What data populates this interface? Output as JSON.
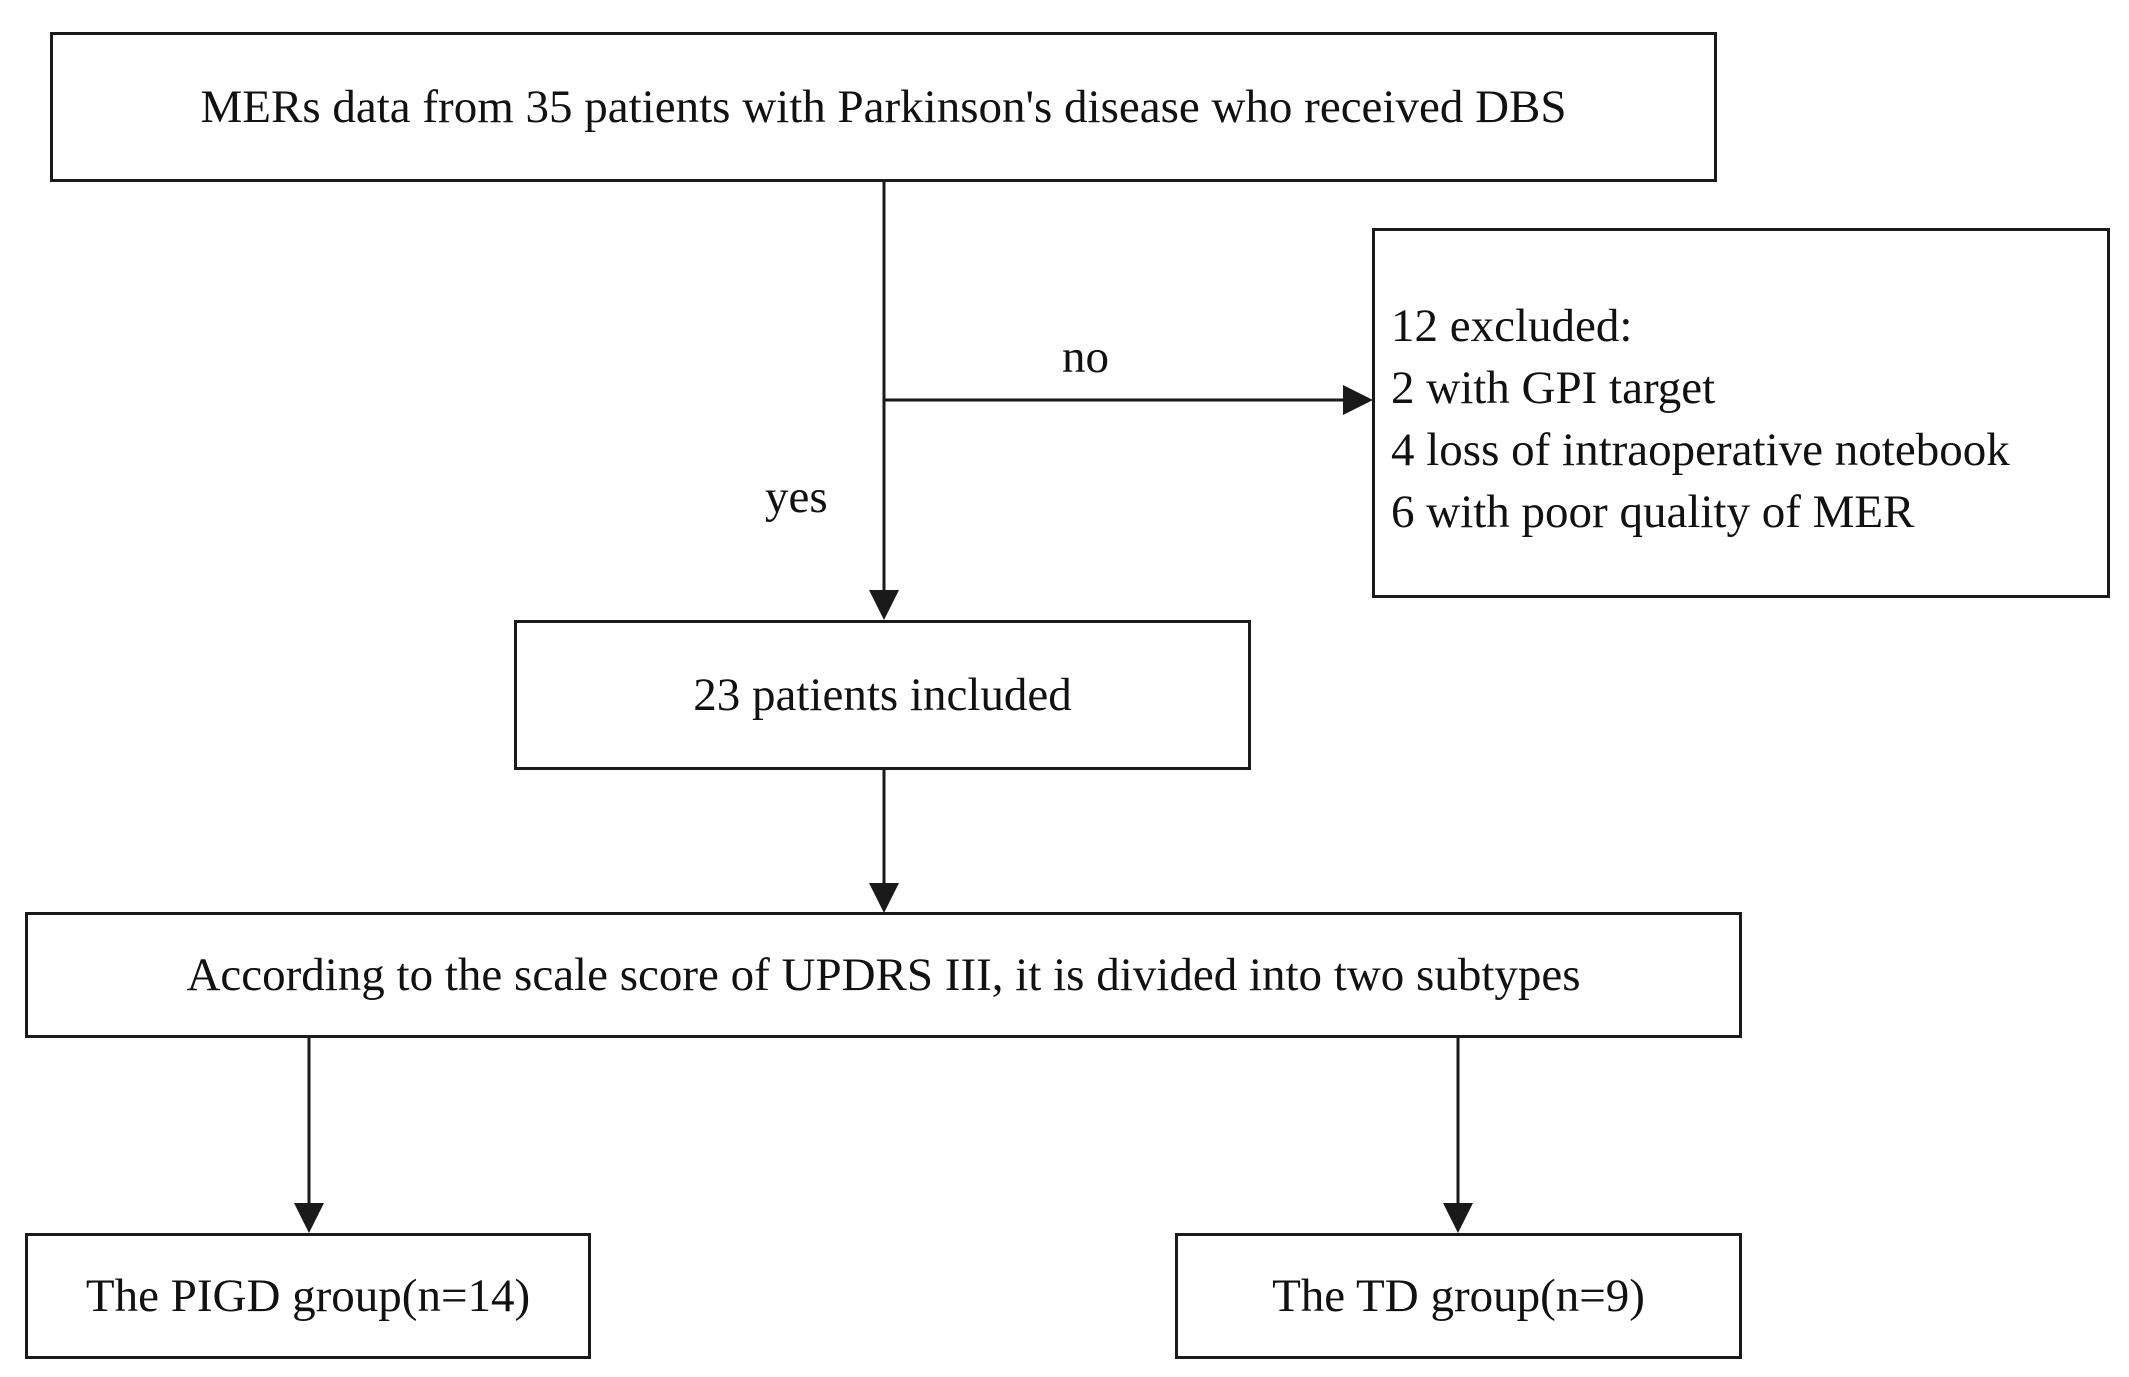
{
  "diagram": {
    "nodes": {
      "source": "MERs data from 35 patients with Parkinson's disease who received DBS",
      "excluded": {
        "lines": [
          "12 excluded:",
          "2 with GPI target",
          "4 loss of intraoperative notebook",
          "6 with poor quality of MER"
        ]
      },
      "included": "23 patients included",
      "divided": "According to the scale score of UPDRS III, it is divided into two subtypes",
      "pigd": "The PIGD group(n=14)",
      "td": "The TD group(n=9)"
    },
    "edges": {
      "no_label": "no",
      "yes_label": "yes"
    },
    "colors": {
      "stroke": "#1a1a1a",
      "background": "#ffffff"
    }
  }
}
